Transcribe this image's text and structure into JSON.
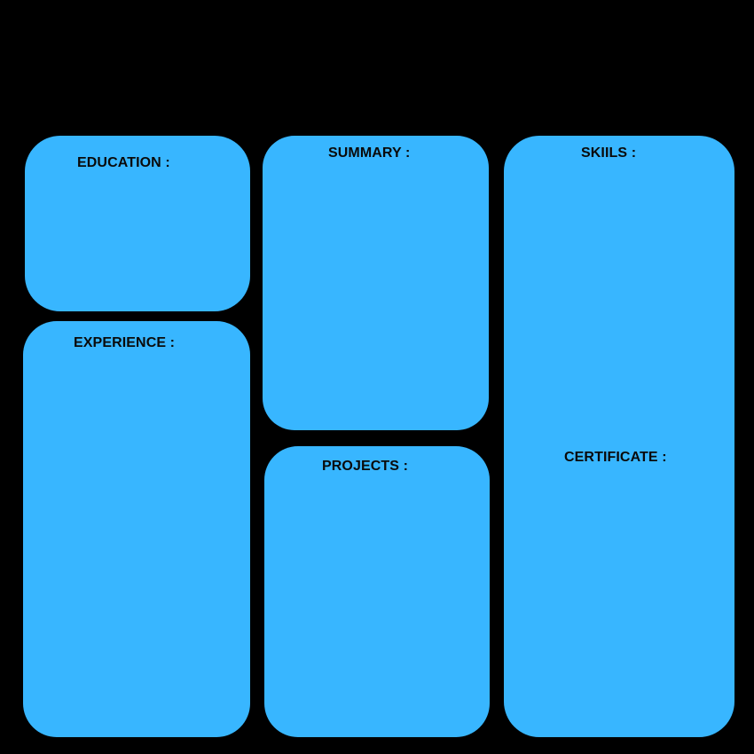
{
  "colors": {
    "background": "#000000",
    "panel": "#38b6ff",
    "text": "#0a0a0a"
  },
  "sections": {
    "education": "EDUCATION :",
    "experience": "EXPERIENCE :",
    "summary": "SUMMARY :",
    "projects": "PROJECTS :",
    "skills": "SKIILS :",
    "certificate": "CERTIFICATE :"
  }
}
